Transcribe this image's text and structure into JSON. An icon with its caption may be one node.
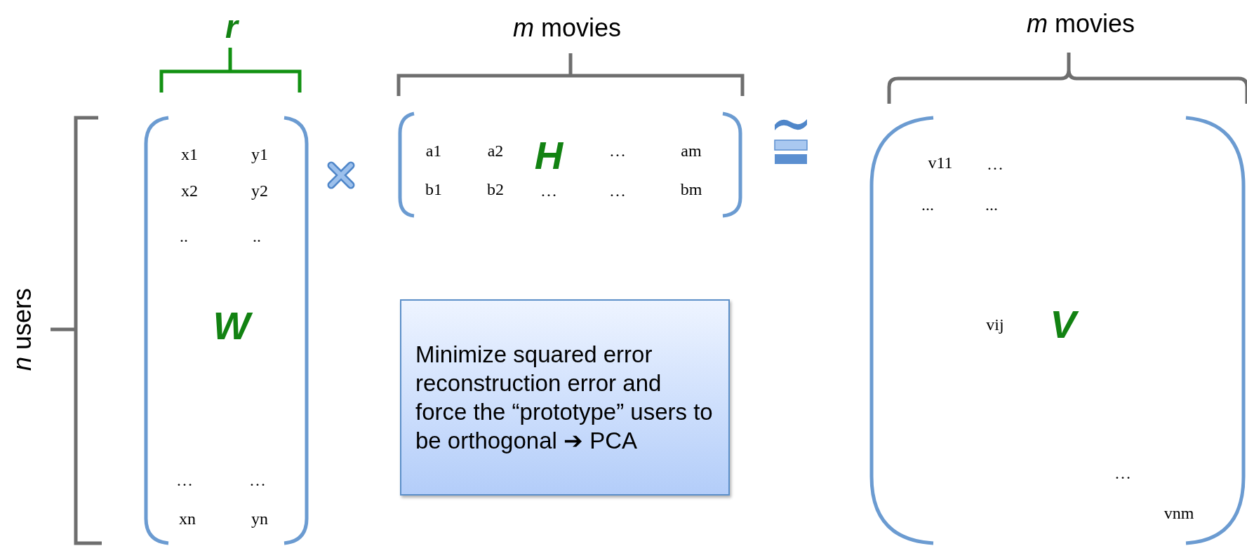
{
  "diagram": {
    "nodes": [
      {
        "text": [
          "Minimize squared error reconstruction error and force the “prototype” users to be orthogonal ➔ PCA"
        ]
      }
    ],
    "labels": [
      "r",
      "*m* movies",
      "*m* movies",
      "x1",
      "y1",
      "a1",
      "a2",
      "H",
      "…",
      "am",
      "v11",
      "…",
      "x2",
      "y2",
      "b1",
      "b2",
      "…",
      "…",
      "bm",
      "...",
      "...",
      "..",
      "..",
      "*n* users",
      "W",
      "vij",
      "V",
      "…",
      "…",
      "…",
      "xn",
      "yn",
      "vnm"
    ]
  }
}
